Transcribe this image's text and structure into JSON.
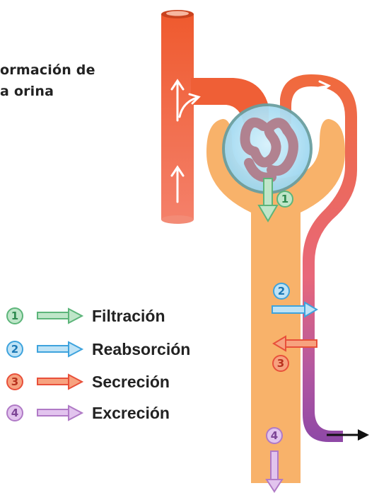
{
  "title": {
    "line1": "ormación de",
    "line2": "a orina"
  },
  "legend": [
    {
      "number": "1",
      "label": "Filtración",
      "color": "#5db57a",
      "fill": "#bfe6c9"
    },
    {
      "number": "2",
      "label": "Reabsorción",
      "color": "#3ea3dd",
      "fill": "#bfe3f6"
    },
    {
      "number": "3",
      "label": "Secreción",
      "color": "#e8503a",
      "fill": "#f7a27f"
    },
    {
      "number": "4",
      "label": "Excreción",
      "color": "#b07ac6",
      "fill": "#e2c4ee"
    }
  ],
  "markers": {
    "filtration": "1",
    "reabsorption": "2",
    "secretion": "3",
    "excretion": "4"
  },
  "colors": {
    "vessel": "#ef5f36",
    "vessel_light": "#f58a6a",
    "tubule": "#f8b26a",
    "capsule": "#a9dff5",
    "glomerulus": "#b77a8a",
    "loop_bottom": "#9b4ca6",
    "arrow_black": "#111111",
    "arrow_white": "#ffffff"
  }
}
